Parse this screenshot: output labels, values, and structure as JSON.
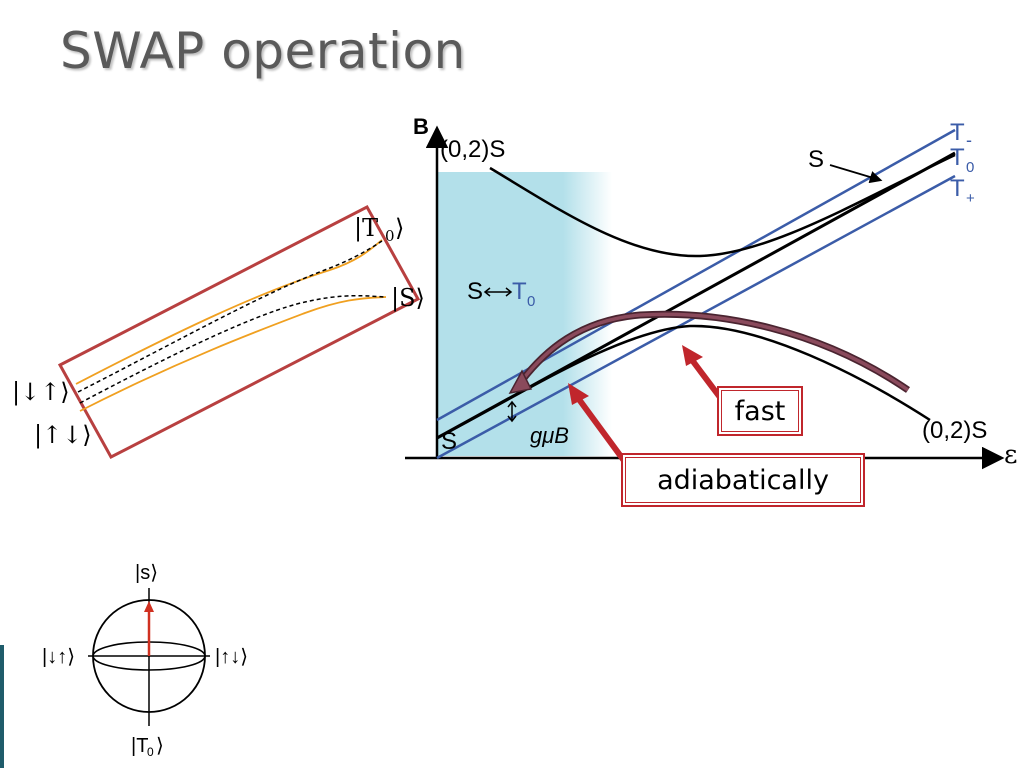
{
  "slide": {
    "title": "SWAP operation"
  },
  "energy_diagram": {
    "y_axis_label": "B",
    "x_axis_label": "ε",
    "top_left_label": "(0,2)S",
    "bottom_right_label": "(0,2)S",
    "bottom_left_label": "S",
    "mixing_label_s": "S",
    "mixing_label_t0": "T",
    "mixing_label_t0_sub": "0",
    "singlet_pointer_label": "S",
    "triplet_minus": "T",
    "triplet_minus_sub": "-",
    "triplet_zero": "T",
    "triplet_zero_sub": "0",
    "triplet_plus": "T",
    "triplet_plus_sub": "+",
    "zeeman_label": "gμB"
  },
  "callouts": {
    "fast": "fast",
    "adiabatically": "adiabatically"
  },
  "schematic": {
    "label_t0": "|T",
    "label_t0_sub": "0",
    "label_t0_close": "⟩",
    "label_s": "|S⟩",
    "label_down_up": "|↓↑⟩",
    "label_up_down": "|↑↓⟩"
  },
  "bloch_sphere": {
    "top": "|s⟩",
    "bottom_open": "|T",
    "bottom_sub": "0",
    "bottom_close": "⟩",
    "left": "|↓↑⟩",
    "right": "|↑↓⟩"
  },
  "colors": {
    "accent_red": "#c0262c",
    "triplet_blue": "#3b5ca8",
    "mixing_region": "#b3e0ea",
    "orange_curve": "#f0a020",
    "title_gray": "#5a5a5a"
  }
}
